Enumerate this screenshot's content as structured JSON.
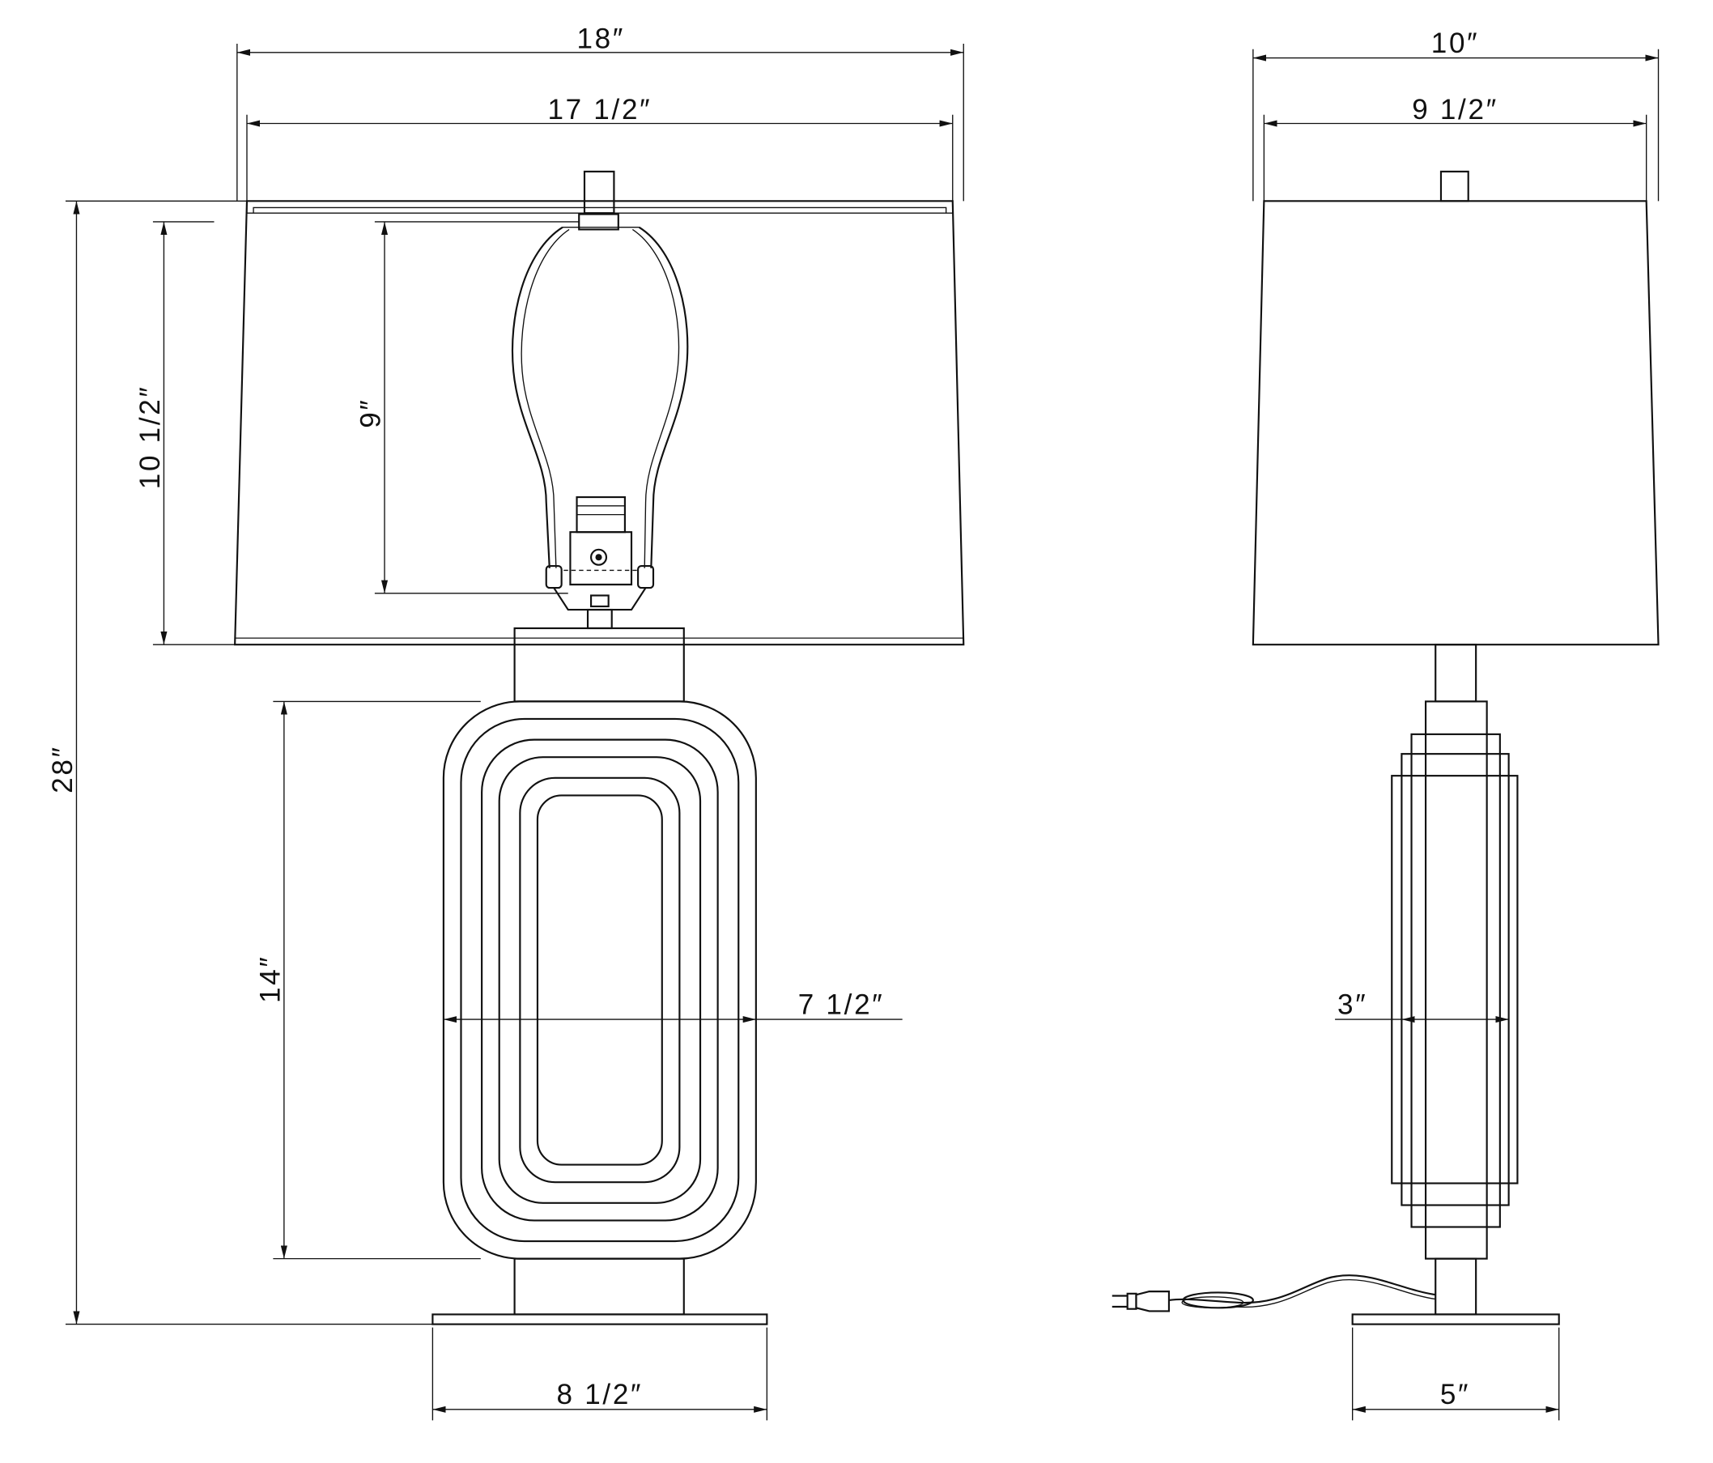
{
  "drawing": {
    "front_view": {
      "dimensions": {
        "shade_top_outer_width": "18″",
        "shade_top_inner_width": "17 1/2″",
        "shade_height": "10 1/2″",
        "harp_height": "9″",
        "overall_height": "28″",
        "body_height": "14″",
        "body_width": "7 1/2″",
        "base_width": "8 1/2″"
      }
    },
    "side_view": {
      "dimensions": {
        "shade_top_outer_width": "10″",
        "shade_top_inner_width": "9 1/2″",
        "body_depth": "3″",
        "base_depth": "5″"
      }
    },
    "colors": {
      "line": "#111111",
      "background": "#ffffff"
    }
  }
}
